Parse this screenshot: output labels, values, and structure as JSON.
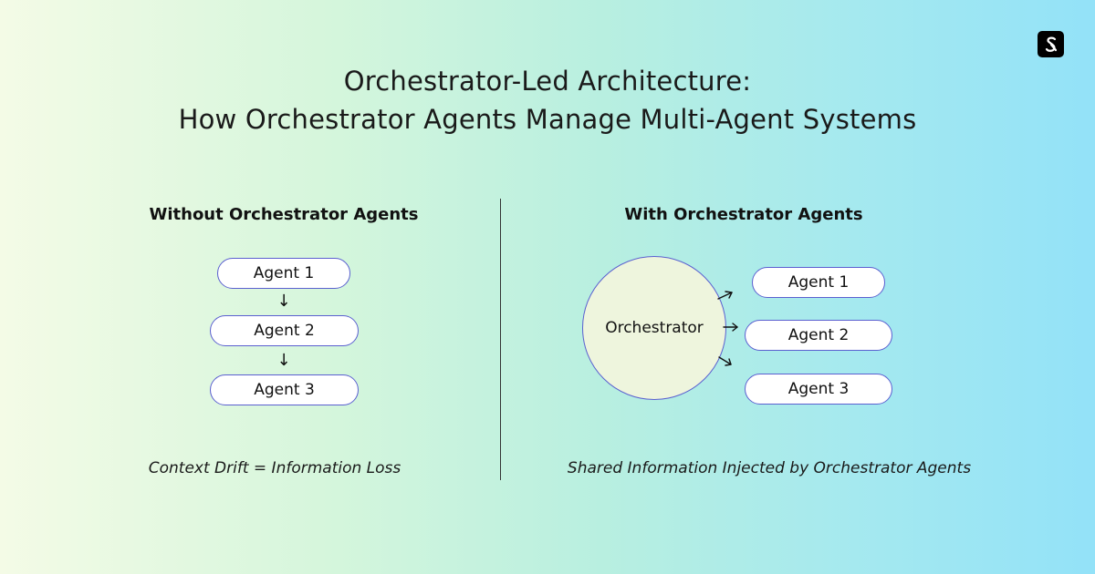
{
  "title": {
    "line1": "Orchestrator-Led Architecture:",
    "line2": "How Orchestrator Agents Manage Multi-Agent Systems"
  },
  "logo_icon": "s-logo-icon",
  "left": {
    "heading": "Without Orchestrator Agents",
    "agents": [
      "Agent 1",
      "Agent 2",
      "Agent 3"
    ],
    "arrow_glyph": "↓",
    "caption": "Context Drift = Information Loss"
  },
  "right": {
    "heading": "With Orchestrator Agents",
    "orchestrator": "Orchestrator",
    "agents": [
      "Agent 1",
      "Agent 2",
      "Agent 3"
    ],
    "caption": "Shared Information Injected by Orchestrator Agents"
  },
  "colors": {
    "pill_border": "#5a5fd0",
    "orchestrator_fill": "#eef5dd",
    "gradient_left": "#f4fbe6",
    "gradient_right": "#93e2f8"
  }
}
